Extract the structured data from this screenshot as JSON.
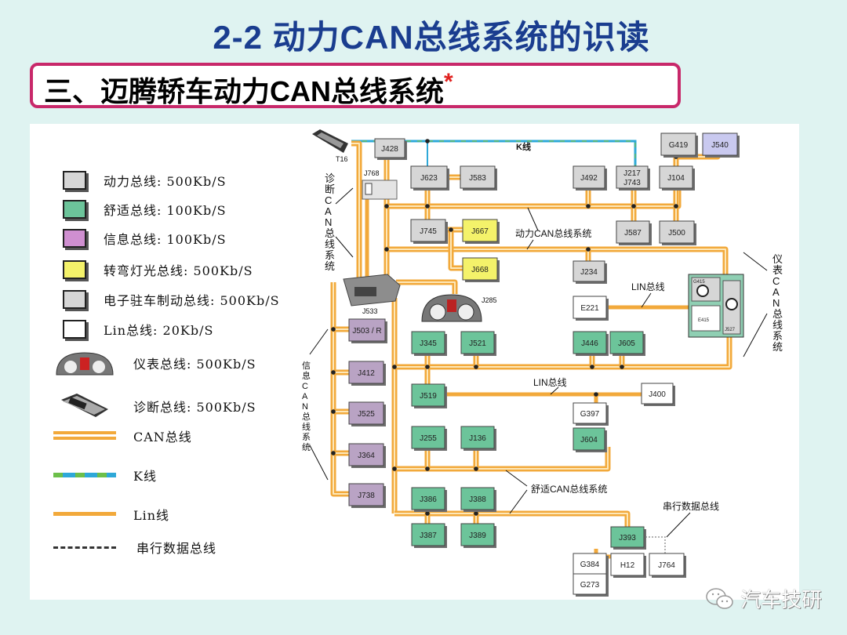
{
  "title": "2-2  动力CAN总线系统的识读",
  "section": {
    "text": "三、迈腾轿车动力CAN总线系统",
    "star": "*"
  },
  "colors": {
    "title": "#1a3d8f",
    "section_border": "#c8286a",
    "powertrain": "#d6d6d6",
    "comfort": "#6cc49a",
    "infotainment": "#b9a3c4",
    "cornering_light": "#f4f26a",
    "lin": "#ffffff",
    "can_wire": "#f2a93b",
    "k_wire": "#2ea8d8",
    "k_wire_alt": "#6cbf4a",
    "serial": "#999999"
  },
  "legend": [
    {
      "kind": "box",
      "color_key": "powertrain",
      "label": "动力总线: 500Kb/S"
    },
    {
      "kind": "box",
      "color_key": "comfort",
      "label": "舒适总线: 100Kb/S"
    },
    {
      "kind": "box",
      "color_key": "infotainment_legend",
      "color": "#cf8fd0",
      "label": "信息总线: 100Kb/S"
    },
    {
      "kind": "box",
      "color_key": "cornering_light",
      "label": "转弯灯光总线: 500Kb/S"
    },
    {
      "kind": "box",
      "color_key": "powertrain",
      "label": "电子驻车制动总线: 500Kb/S"
    },
    {
      "kind": "box",
      "color_key": "lin",
      "label": "Lin总线: 20Kb/S"
    },
    {
      "kind": "cluster",
      "label": "仪表总线: 500Kb/S"
    },
    {
      "kind": "gateway",
      "label": "诊断总线: 500Kb/S"
    },
    {
      "kind": "can",
      "label": "CAN总线"
    },
    {
      "kind": "k",
      "label": "K线"
    },
    {
      "kind": "lin-line",
      "label": "Lin线"
    },
    {
      "kind": "serial",
      "label": "串行数据总线"
    }
  ],
  "diagram": {
    "labels": {
      "k_line": "K线",
      "diag_can": "诊断CAN总线系统",
      "powertrain_can": "动力CAN总线系统",
      "info_can": "信息CAN总线系统",
      "cluster_can": "仪表CAN总线系统",
      "lin_bus_1": "LIN总线",
      "lin_bus_2": "LIN总线",
      "comfort_can": "舒适CAN总线系统",
      "serial_bus": "串行数据总线",
      "t16": "T16",
      "j533": "J533",
      "j285": "J285",
      "j768": "J768"
    },
    "modules": [
      {
        "id": "J428",
        "type": "powertrain"
      },
      {
        "id": "J623",
        "type": "powertrain"
      },
      {
        "id": "J583",
        "type": "powertrain"
      },
      {
        "id": "J745",
        "type": "powertrain"
      },
      {
        "id": "J667",
        "type": "cornering_light"
      },
      {
        "id": "J668",
        "type": "cornering_light"
      },
      {
        "id": "J492",
        "type": "powertrain"
      },
      {
        "id": "J217 / J743",
        "type": "powertrain"
      },
      {
        "id": "J104",
        "type": "powertrain"
      },
      {
        "id": "G419",
        "type": "powertrain"
      },
      {
        "id": "J540",
        "type": "parking_brake"
      },
      {
        "id": "J587",
        "type": "powertrain"
      },
      {
        "id": "J500",
        "type": "powertrain"
      },
      {
        "id": "J234",
        "type": "powertrain"
      },
      {
        "id": "E221",
        "type": "lin"
      },
      {
        "id": "J503 / R",
        "type": "infotainment"
      },
      {
        "id": "J412",
        "type": "infotainment"
      },
      {
        "id": "J525",
        "type": "infotainment"
      },
      {
        "id": "J364",
        "type": "infotainment"
      },
      {
        "id": "J738",
        "type": "infotainment"
      },
      {
        "id": "J345",
        "type": "comfort"
      },
      {
        "id": "J521",
        "type": "comfort"
      },
      {
        "id": "J446",
        "type": "comfort"
      },
      {
        "id": "J605",
        "type": "comfort"
      },
      {
        "id": "J519",
        "type": "comfort"
      },
      {
        "id": "J400",
        "type": "lin"
      },
      {
        "id": "G397",
        "type": "lin"
      },
      {
        "id": "J255",
        "type": "comfort"
      },
      {
        "id": "J136",
        "type": "comfort"
      },
      {
        "id": "J604",
        "type": "comfort"
      },
      {
        "id": "J386",
        "type": "comfort"
      },
      {
        "id": "J388",
        "type": "comfort"
      },
      {
        "id": "J387",
        "type": "comfort"
      },
      {
        "id": "J389",
        "type": "comfort"
      },
      {
        "id": "J393",
        "type": "comfort"
      },
      {
        "id": "G384",
        "type": "lin"
      },
      {
        "id": "G273",
        "type": "lin"
      },
      {
        "id": "H12",
        "type": "lin"
      },
      {
        "id": "J764",
        "type": "lin"
      }
    ],
    "cluster_unit": {
      "g415": "G415",
      "e415": "E415",
      "j527": "J527"
    }
  },
  "watermark": {
    "text": "汽车技研",
    "icon": "wechat-icon"
  }
}
